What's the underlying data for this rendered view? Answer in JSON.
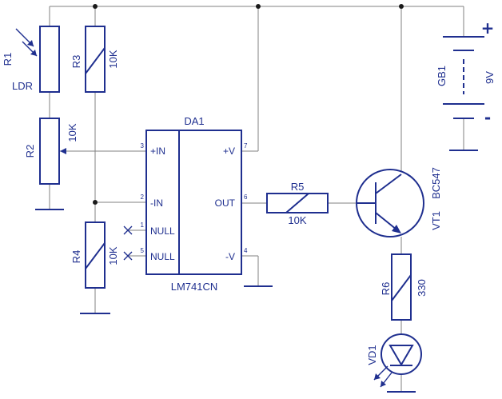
{
  "components": {
    "r1": {
      "ref": "R1",
      "value": "LDR"
    },
    "r2": {
      "ref": "R2",
      "value": "10K"
    },
    "r3": {
      "ref": "R3",
      "value": "10K"
    },
    "r4": {
      "ref": "R4",
      "value": "10K"
    },
    "r5": {
      "ref": "R5",
      "value": "10K"
    },
    "r6": {
      "ref": "R6",
      "value": "330"
    },
    "da1": {
      "ref": "DA1",
      "part": "LM741CN",
      "pins": {
        "in_plus": {
          "num": "3",
          "name": "+IN"
        },
        "in_minus": {
          "num": "2",
          "name": "-IN"
        },
        "null1": {
          "num": "1",
          "name": "NULL"
        },
        "null5": {
          "num": "5",
          "name": "NULL"
        },
        "vplus": {
          "num": "7",
          "name": "+V"
        },
        "out": {
          "num": "6",
          "name": "OUT"
        },
        "vminus": {
          "num": "4",
          "name": "-V"
        }
      }
    },
    "vt1": {
      "ref": "VT1",
      "part": "BC547"
    },
    "gb1": {
      "ref": "GB1",
      "value": "9V",
      "plus": "+",
      "minus": "-"
    },
    "vd1": {
      "ref": "VD1"
    }
  }
}
